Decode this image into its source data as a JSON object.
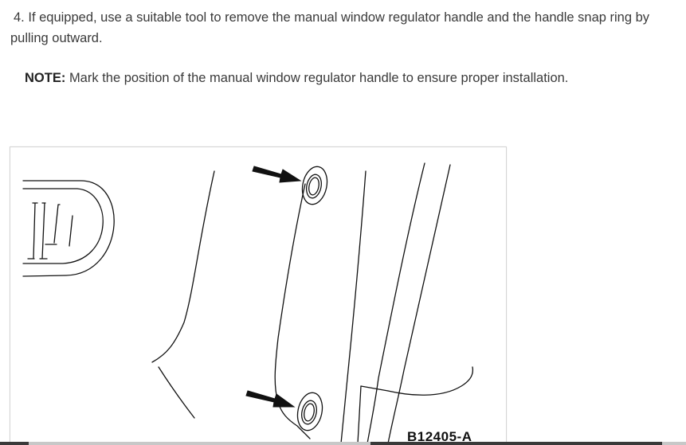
{
  "step": {
    "number": "4.",
    "text": "If equipped, use a suitable tool to remove the manual window regulator handle and the handle snap ring by pulling outward."
  },
  "note": {
    "label": "NOTE:",
    "text": "Mark the position of the manual window regulator handle to ensure proper installation."
  },
  "figure": {
    "label": "B12405-A",
    "line_color": "#111111",
    "frame_color": "#d4d4d4"
  }
}
